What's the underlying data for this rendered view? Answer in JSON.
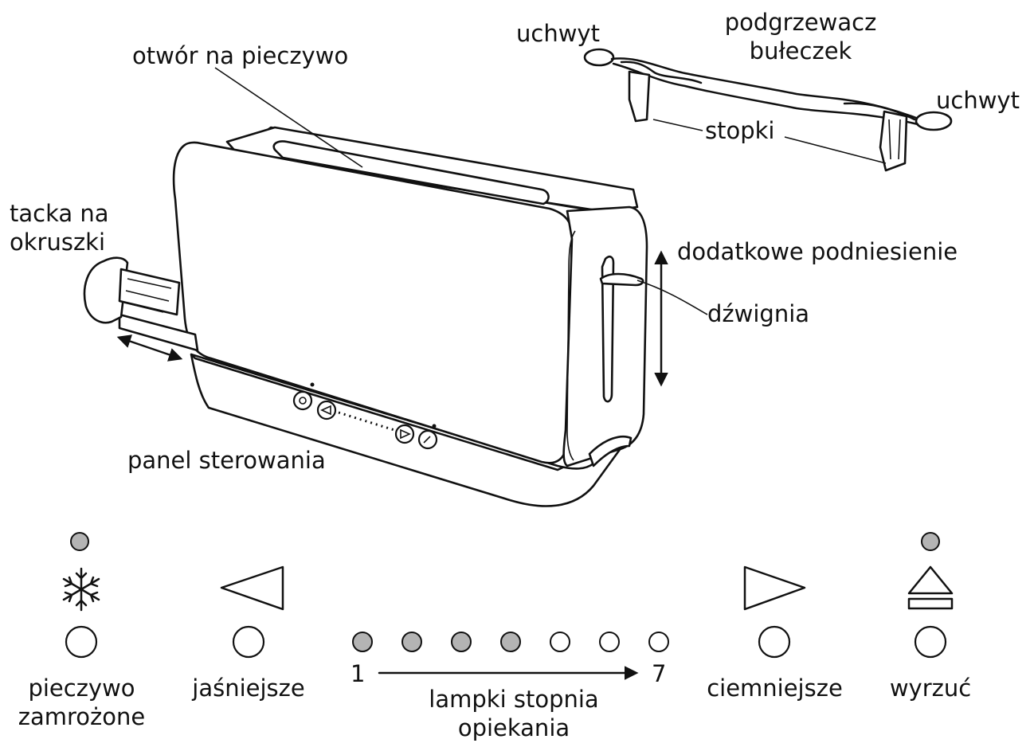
{
  "labels": {
    "slot": "otwór na pieczywo",
    "handle_left": "uchwyt",
    "warmer_line1": "podgrzewacz",
    "warmer_line2": "bułeczek",
    "handle_right": "uchwyt",
    "feet": "stopki",
    "crumb_line1": "tacka na",
    "crumb_line2": "okruszki",
    "extra_lift": "dodatkowe podniesienie",
    "lever": "dźwignia",
    "control_panel": "panel sterowania"
  },
  "panel": {
    "frozen_line1": "pieczywo",
    "frozen_line2": "zamrożone",
    "lighter": "jaśniejsze",
    "darker": "ciemniejsze",
    "eject": "wyrzuć",
    "scale_start": "1",
    "scale_end": "7",
    "lamps_line1": "lampki stopnia",
    "lamps_line2": "opiekania",
    "lamps_lit": [
      true,
      true,
      true,
      true,
      false,
      false,
      false
    ]
  },
  "colors": {
    "line": "#111111",
    "led_on": "#b4b4b4",
    "led_off": "#ffffff"
  },
  "icons": {
    "frozen": "snowflake-icon",
    "lighter": "triangle-left-icon",
    "darker": "triangle-right-icon",
    "eject": "eject-icon"
  }
}
